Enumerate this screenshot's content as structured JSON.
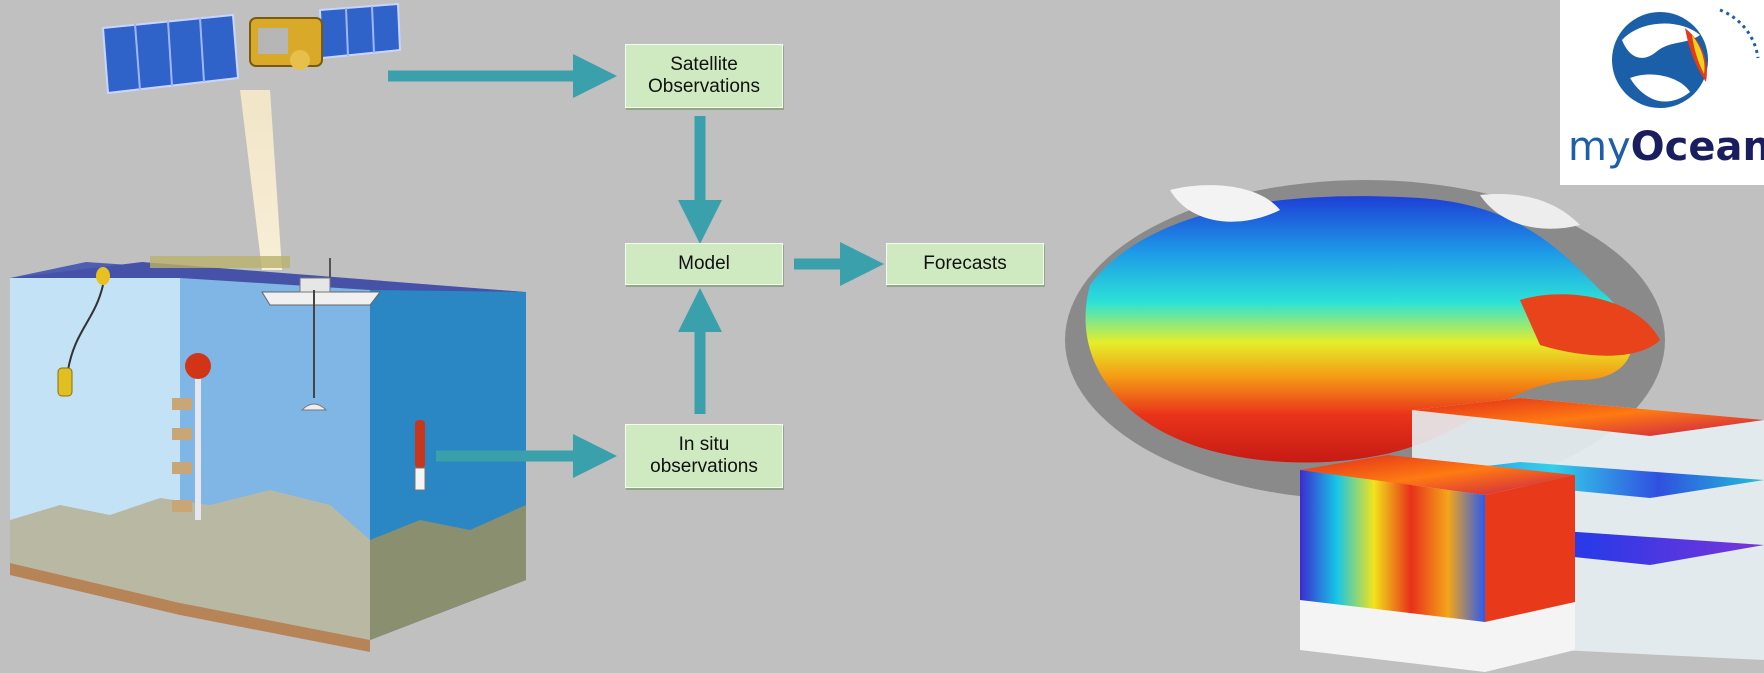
{
  "diagram": {
    "boxes": {
      "satellite": [
        "Satellite",
        "Observations"
      ],
      "model": [
        "Model"
      ],
      "forecasts": [
        "Forecasts"
      ],
      "insitu": [
        "In situ",
        "observations"
      ]
    },
    "logo": {
      "prefix": "my",
      "word": "Ocean"
    },
    "colors": {
      "background": "#c0c0c0",
      "box_fill": "#cfeac0",
      "arrow": "#3aa0ab",
      "logo_blue": "#1b5fa8",
      "logo_text": "#1b1e5e"
    }
  }
}
